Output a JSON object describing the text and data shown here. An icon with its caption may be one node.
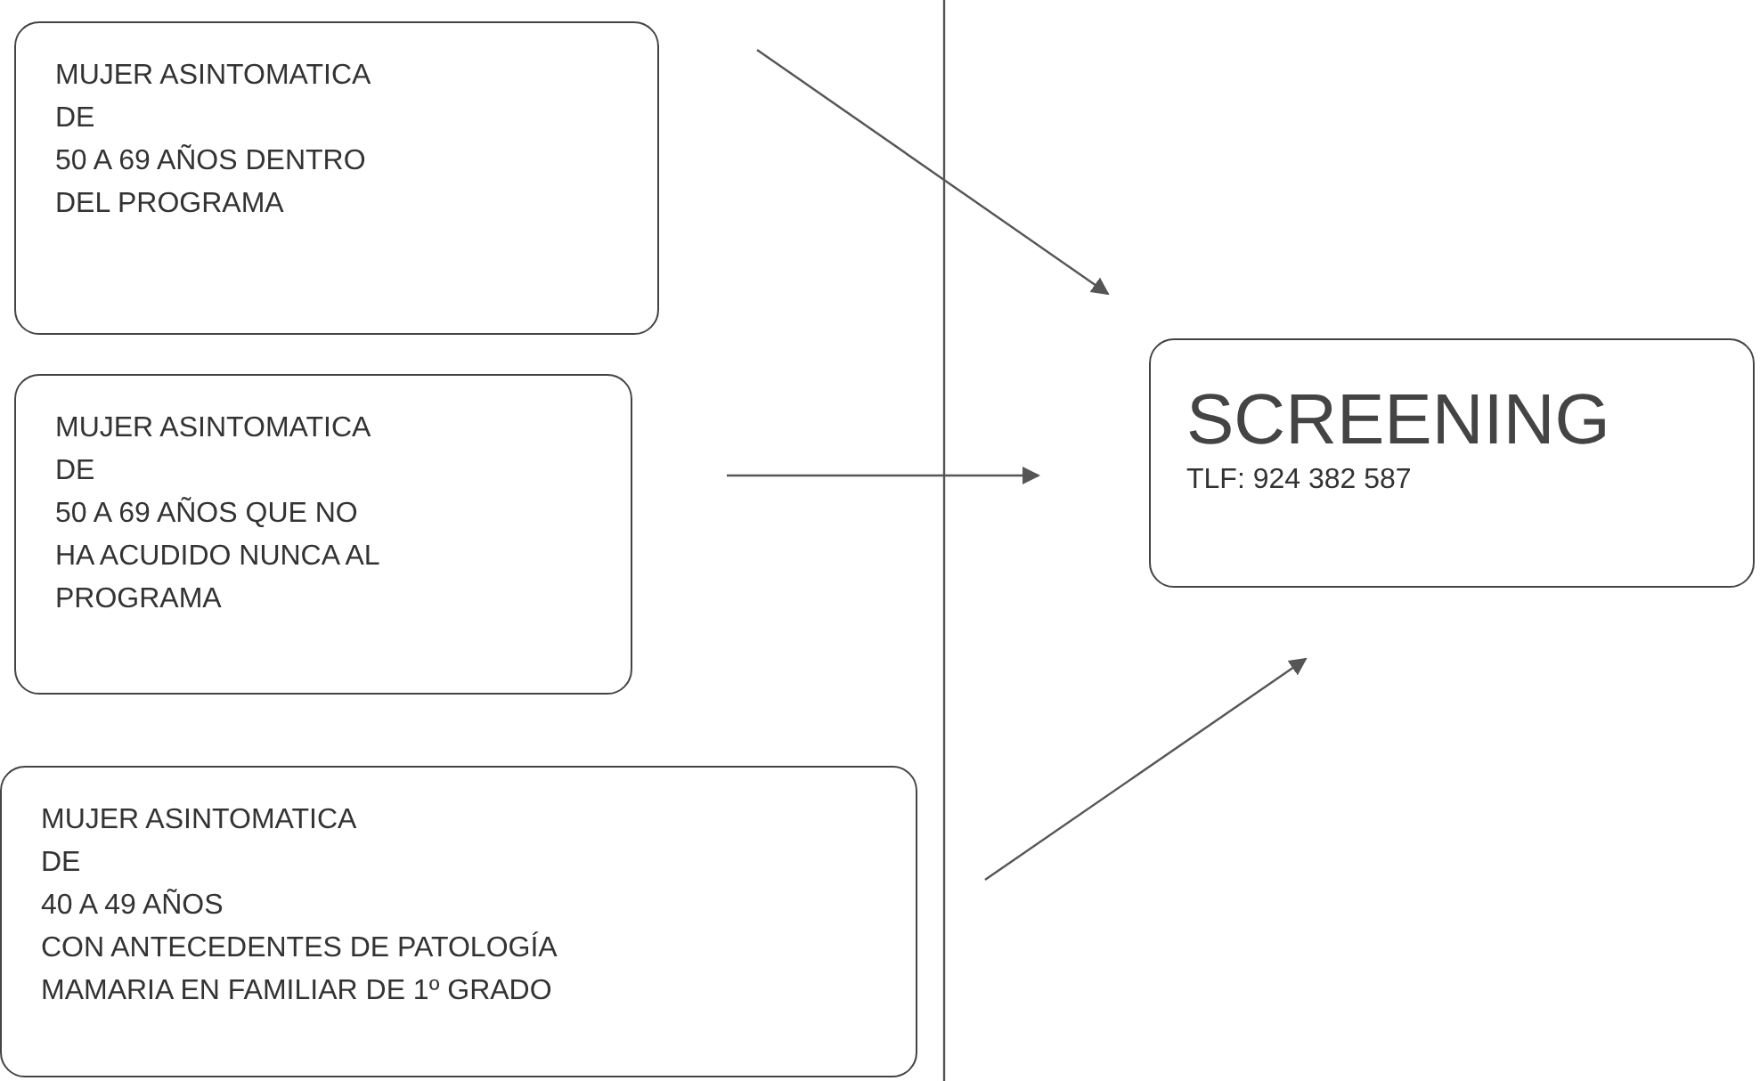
{
  "diagram": {
    "nodes": [
      {
        "text": [
          "MUJER ASINTOMATICA",
          "DE",
          "50 A 69 AÑOS DENTRO DEL PROGRAMA"
        ]
      },
      {
        "text": [
          "MUJER ASINTOMATICA",
          "DE",
          "50 A 69 AÑOS QUE NO HA ACUDIDO NUNCA AL PROGRAMA"
        ]
      },
      {
        "text": [
          "MUJER ASINTOMATICA",
          "DE",
          "40 A 49 AÑOS",
          "CON ANTECEDENTES DE PATOLOGÍA MAMARIA EN FAMILIAR DE 1º GRADO"
        ]
      },
      {
        "text": [
          "SCREENING",
          "TLF: 924 382 587"
        ]
      }
    ],
    "edges": [
      {
        "from": null,
        "to": 3,
        "arrow": "to"
      },
      {
        "from": null,
        "to": 3,
        "arrow": "to"
      },
      {
        "from": null,
        "to": 3,
        "arrow": "to"
      }
    ]
  }
}
